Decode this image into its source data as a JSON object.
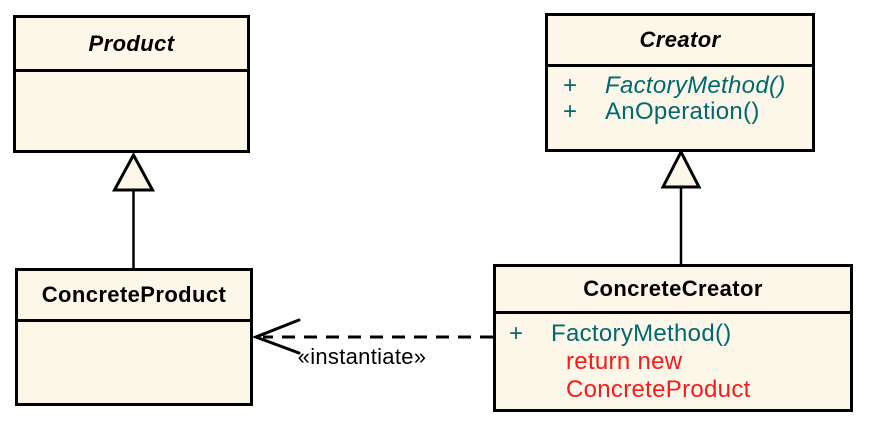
{
  "colors": {
    "canvas_bg": "#FFFFFF",
    "box_fill": "#FCF7E8",
    "box_border": "#000000",
    "title_text": "#000000",
    "method_text": "#006970",
    "note_text": "#FA1919",
    "edge": "#000000"
  },
  "classes": {
    "product": {
      "name": "Product"
    },
    "creator": {
      "name": "Creator",
      "members": [
        {
          "vis": "+",
          "label": "FactoryMethod()"
        },
        {
          "vis": "+",
          "label": "AnOperation()"
        }
      ]
    },
    "concrete_product": {
      "name": "ConcreteProduct"
    },
    "concrete_creator": {
      "name": "ConcreteCreator",
      "members": [
        {
          "vis": "+",
          "label": "FactoryMethod()"
        }
      ],
      "note_lines": [
        "return new",
        "ConcreteProduct"
      ]
    }
  },
  "edges": {
    "instantiate_label": "«instantiate»"
  }
}
